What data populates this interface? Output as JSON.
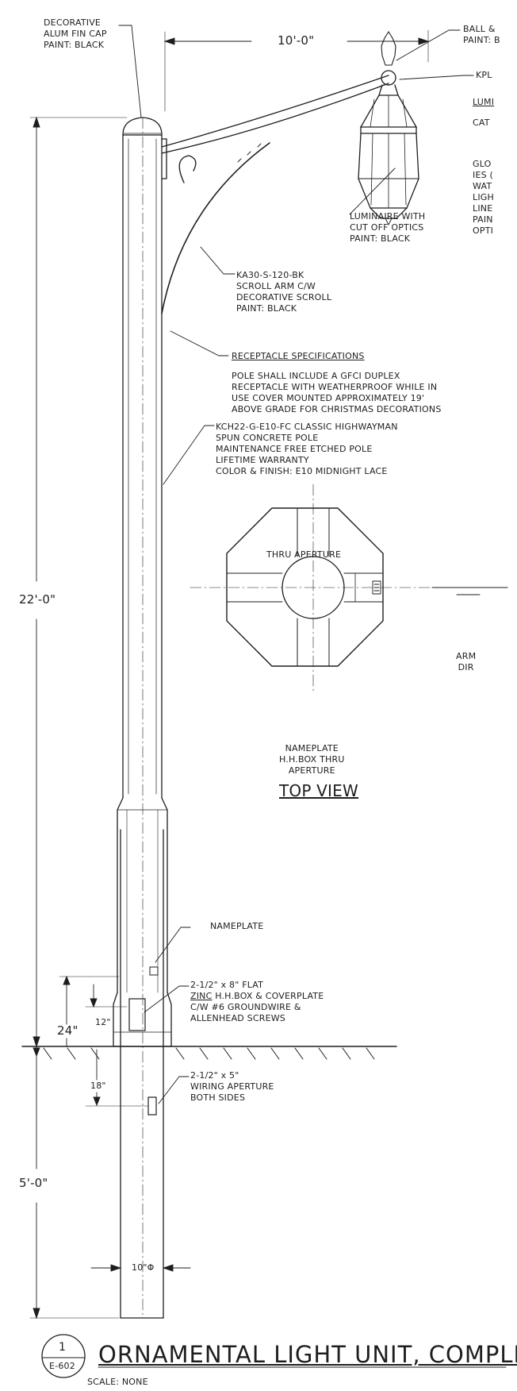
{
  "notes": {
    "fin_cap": [
      "DECORATIVE",
      "ALUM FIN CAP",
      "PAINT: BLACK"
    ],
    "ball_finial": [
      "BALL & ",
      "PAINT: B"
    ],
    "kpl": "KPL",
    "lum_header": "LUMI",
    "cat": "CAT",
    "lum_spec_lines": [
      "GLO",
      "IES (",
      "WAT",
      "LIGH",
      "LINE",
      "PAIN",
      "OPTI"
    ],
    "luminaire": [
      "LUMINAIRE WITH",
      "CUT OFF OPTICS",
      "PAINT: BLACK"
    ],
    "scroll_arm": [
      "KA30-S-120-BK",
      "SCROLL ARM C/W",
      "DECORATIVE SCROLL",
      "PAINT: BLACK"
    ],
    "receptacle_header": "RECEPTACLE SPECIFICATIONS",
    "receptacle": [
      "POLE SHALL INCLUDE A GFCI DUPLEX",
      "RECEPTACLE WITH WEATHERPROOF WHILE IN",
      "USE COVER MOUNTED APPROXIMATELY 19'",
      "ABOVE GRADE FOR CHRISTMAS DECORATIONS"
    ],
    "pole": [
      "KCH22-G-E10-FC CLASSIC HIGHWAYMAN",
      "SPUN CONCRETE POLE",
      "MAINTENANCE FREE ETCHED POLE",
      "LIFETIME WARRANTY",
      "COLOR & FINISH: E10 MIDNIGHT LACE"
    ],
    "thru_aperture": "THRU APERTURE",
    "arm_dir": [
      "ARM",
      "DIR"
    ],
    "nameplate_hhbox": [
      "NAMEPLATE",
      "H.H.BOX THRU",
      "APERTURE"
    ],
    "top_view": "TOP VIEW",
    "nameplate": "NAMEPLATE",
    "hhbox": {
      "line1": "2-1/2\" x 8\" FLAT",
      "line2_u": "ZINC",
      "line2_rest": " H.H.BOX & COVERPLATE",
      "line3": "C/W #6 GROUNDWIRE &",
      "line4": "ALLENHEAD SCREWS"
    },
    "wiring": [
      "2-1/2\" x 5\"",
      "WIRING APERTURE",
      "BOTH SIDES"
    ]
  },
  "dimensions": {
    "arm_length": "10'-0\"",
    "pole_height": "22'-0\"",
    "box_height": "24\"",
    "box_offset": "12\"",
    "below_grade_aperture": "18\"",
    "embed_depth": "5'-0\"",
    "pole_dia": "10\"Φ"
  },
  "title_block": {
    "detail_number": "1",
    "sheet": "E-602",
    "title": "ORNAMENTAL LIGHT UNIT, COMPLETE",
    "scale": "SCALE: NONE"
  }
}
